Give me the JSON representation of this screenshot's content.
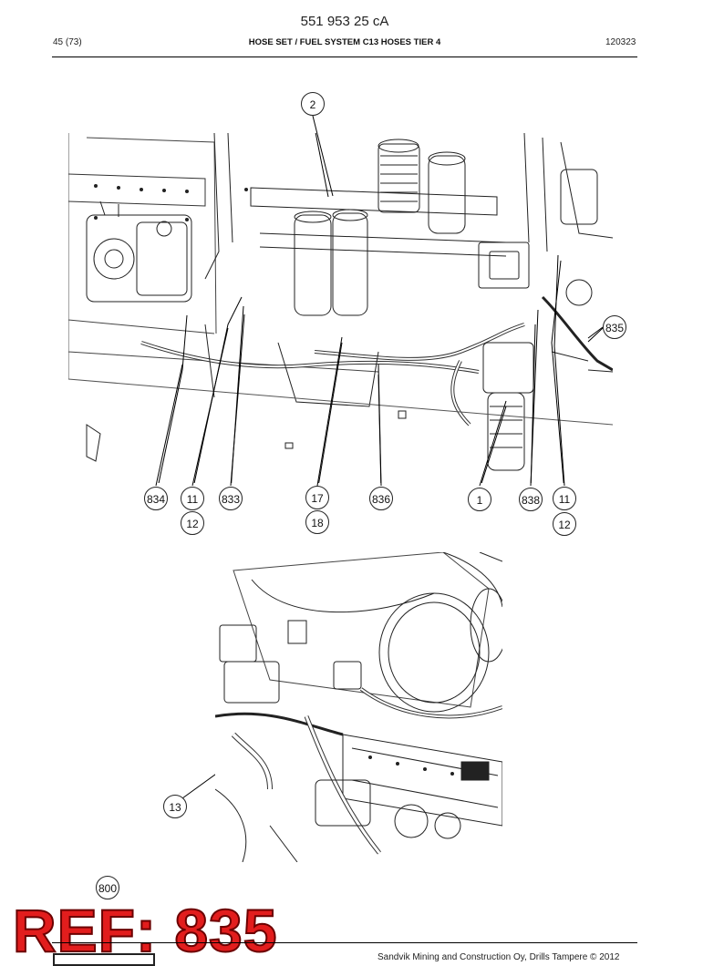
{
  "header": {
    "doc_number": "551 953 25 cA",
    "page": "45 (73)",
    "title": "HOSE SET / FUEL SYSTEM C13 HOSES TIER 4",
    "date": "120323"
  },
  "callouts_top": [
    "2",
    "835",
    "834",
    "11",
    "12",
    "833",
    "17",
    "18",
    "836",
    "1",
    "838",
    "11",
    "12"
  ],
  "callouts_bottom": [
    "13"
  ],
  "callout_800": "800",
  "stamp": {
    "text": "REF: 835",
    "color": "#e21d1d"
  },
  "footer": {
    "copyright": "Sandvik Mining and Construction Oy, Drills Tampere © 2012"
  },
  "colors": {
    "line": "#222222",
    "stamp": "#e21d1d"
  }
}
